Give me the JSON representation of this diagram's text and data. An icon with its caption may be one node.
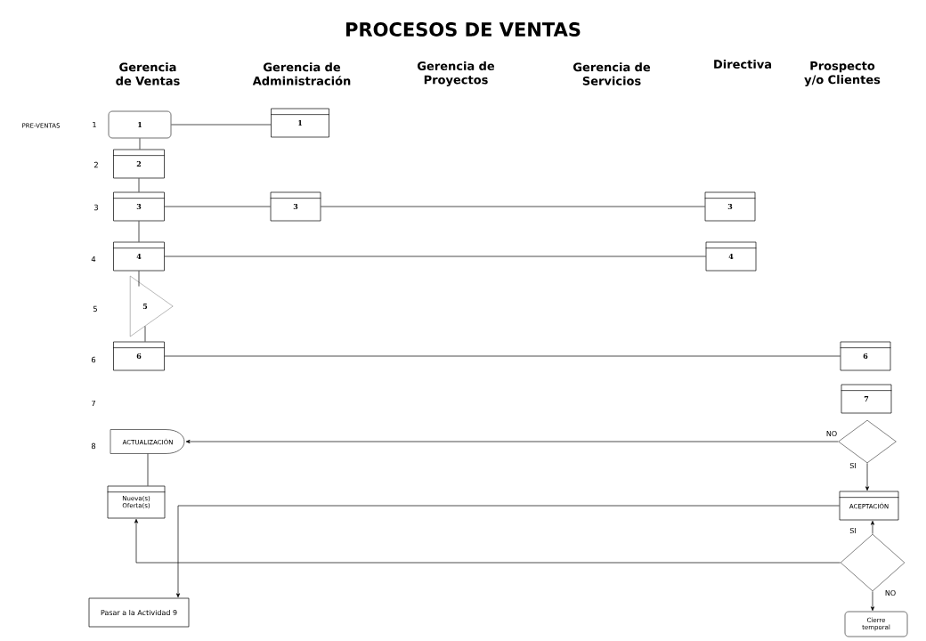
{
  "diagram": {
    "title": "PROCESOS DE VENTAS",
    "nodes": [
      {
        "text": [
          "1"
        ]
      },
      {
        "text": [
          "1"
        ]
      },
      {
        "text": [
          "2"
        ]
      },
      {
        "text": [
          "3"
        ]
      },
      {
        "text": [
          "3"
        ]
      },
      {
        "text": [
          "3"
        ]
      },
      {
        "text": [
          "4"
        ]
      },
      {
        "text": [
          "4"
        ]
      },
      {
        "text": [
          "5"
        ]
      },
      {
        "text": [
          "6"
        ]
      },
      {
        "text": [
          "6"
        ]
      },
      {
        "text": [
          "7"
        ]
      },
      {
        "text": [
          "ACTUALIZACIÓN"
        ]
      },
      {
        "text": [],
        "shape": "diamond"
      },
      {
        "text": [
          "Nueva(s) Oferta(s)"
        ]
      },
      {
        "text": [
          "ACEPTACIÓN"
        ]
      },
      {
        "text": [],
        "shape": "diamond"
      },
      {
        "text": [
          "Pasar a la Actividad 9"
        ]
      },
      {
        "text": [
          "Cierre temporal"
        ]
      }
    ],
    "edges": [
      {
        "from": 0,
        "to": 1,
        "arrow": "none"
      },
      {
        "from": 0,
        "to": 2,
        "arrow": "none"
      },
      {
        "from": 2,
        "to": 3,
        "arrow": "none"
      },
      {
        "from": 3,
        "to": 4,
        "arrow": "none"
      },
      {
        "from": 4,
        "to": 5,
        "arrow": "none"
      },
      {
        "from": 3,
        "to": 6,
        "arrow": "none"
      },
      {
        "from": 6,
        "to": 7,
        "arrow": "none"
      },
      {
        "from": 6,
        "to": 8,
        "arrow": "none"
      },
      {
        "from": 8,
        "to": 9,
        "arrow": "none"
      },
      {
        "from": 9,
        "to": 10,
        "arrow": "none"
      },
      {
        "from": 13,
        "to": 12,
        "arrow": "to",
        "label": "NO"
      },
      {
        "from": 12,
        "to": 14,
        "arrow": "none"
      },
      {
        "from": 13,
        "to": 15,
        "arrow": "to",
        "label": "SI"
      },
      {
        "from": 15,
        "to": 17,
        "arrow": "to"
      },
      {
        "from": 16,
        "to": 15,
        "arrow": "to",
        "label": "SI"
      },
      {
        "from": 16,
        "to": 14,
        "arrow": "to"
      },
      {
        "from": 16,
        "to": 18,
        "arrow": "to",
        "label": "NO"
      }
    ],
    "labels": [
      "Gerencia de Ventas",
      "Gerencia de Administración",
      "Gerencia de Proyectos",
      "Gerencia de Servicios",
      "Directiva",
      "Prospecto y/o Clientes",
      "PRE-VENTAS",
      "1",
      "2",
      "3",
      "4",
      "5",
      "6",
      "7",
      "8"
    ]
  }
}
